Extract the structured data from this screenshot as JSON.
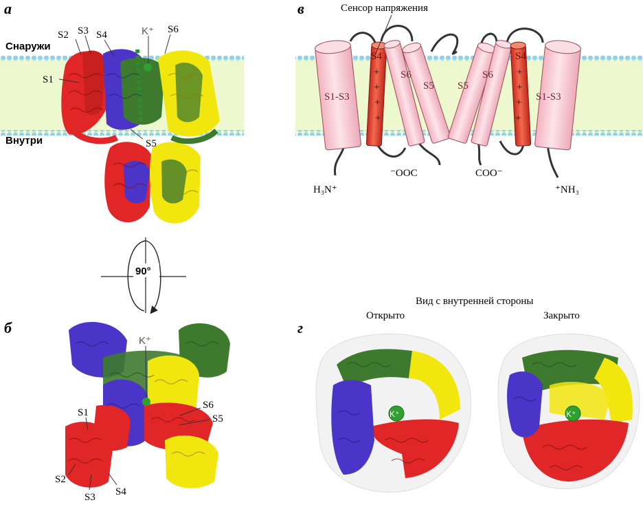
{
  "panels": {
    "a": {
      "letter": "а",
      "outside": "Снаружи",
      "inside": "Внутри",
      "helices": [
        "S1",
        "S2",
        "S3",
        "S4",
        "S5",
        "S6"
      ],
      "ion": "K⁺"
    },
    "b": {
      "letter": "б",
      "helices": [
        "S1",
        "S2",
        "S3",
        "S4",
        "S5",
        "S6"
      ],
      "ion": "K⁺"
    },
    "rotation": {
      "angle": "90°"
    },
    "v": {
      "letter": "в",
      "sensor_label": "Сенсор напряжения",
      "segments": [
        "S1-S3",
        "S4",
        "S5",
        "S6"
      ],
      "charges": "+",
      "termini": {
        "n_left": "H₃N⁺",
        "c_left": "⁻OOC",
        "c_right": "COO⁻",
        "n_right": "⁺NH₃"
      }
    },
    "g": {
      "letter": "г",
      "view_title": "Вид с внутренней стороны",
      "open": "Открыто",
      "closed": "Закрыто",
      "ion": "K⁺"
    }
  },
  "colors": {
    "red": "#e02626",
    "blue": "#4a35c8",
    "green": "#3e7a2e",
    "yellow": "#f2e60f",
    "membrane": "#eef8cf",
    "lipid_head": "#8fd2ee",
    "cylinder_pale": "#f6c9d2",
    "cylinder_s4": "#e4432f"
  }
}
